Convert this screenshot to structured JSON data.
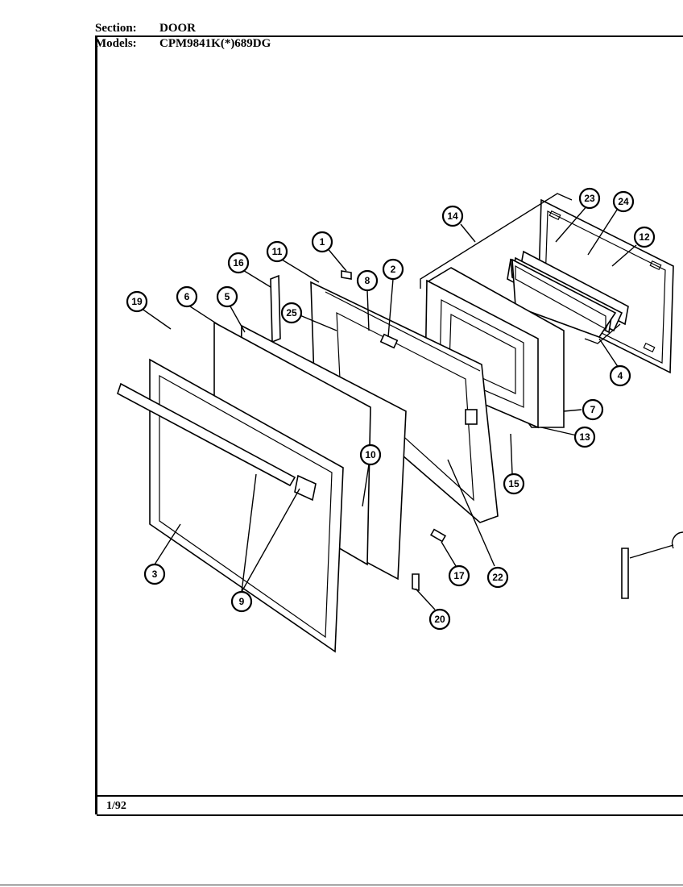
{
  "header": {
    "section_label": "Section:",
    "section_value": "DOOR",
    "models_label": "Models:",
    "models_value": "CPM9841K(*)689DG"
  },
  "footer": {
    "date": "1/92"
  },
  "callouts": [
    {
      "id": "c1",
      "label": "1"
    },
    {
      "id": "c2",
      "label": "2"
    },
    {
      "id": "c3",
      "label": "3"
    },
    {
      "id": "c4",
      "label": "4"
    },
    {
      "id": "c5",
      "label": "5"
    },
    {
      "id": "c6",
      "label": "6"
    },
    {
      "id": "c7",
      "label": "7"
    },
    {
      "id": "c8",
      "label": "8"
    },
    {
      "id": "c9",
      "label": "9"
    },
    {
      "id": "c10",
      "label": "10"
    },
    {
      "id": "c11",
      "label": "11"
    },
    {
      "id": "c12",
      "label": "12"
    },
    {
      "id": "c13",
      "label": "13"
    },
    {
      "id": "c14",
      "label": "14"
    },
    {
      "id": "c15",
      "label": "15"
    },
    {
      "id": "c16",
      "label": "16"
    },
    {
      "id": "c17",
      "label": "17"
    },
    {
      "id": "c19",
      "label": "19"
    },
    {
      "id": "c20",
      "label": "20"
    },
    {
      "id": "c22",
      "label": "22"
    },
    {
      "id": "c23",
      "label": "23"
    },
    {
      "id": "c24",
      "label": "24"
    },
    {
      "id": "c25",
      "label": "25"
    }
  ]
}
